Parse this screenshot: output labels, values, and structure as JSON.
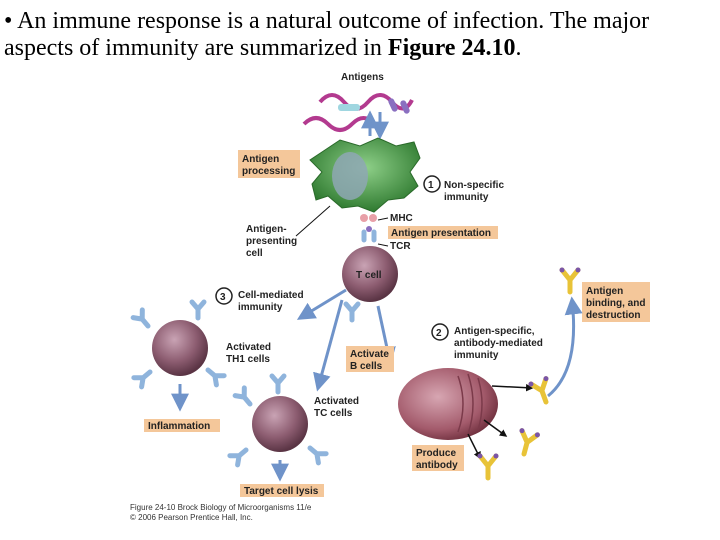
{
  "slide": {
    "bullet_text": "• An immune response is a natural outcome of infection. The major aspects of immunity are summarized in ",
    "figure_ref": "Figure 24.10",
    "period": "."
  },
  "diagram": {
    "antigens": "Antigens",
    "antigen_processing": [
      "Antigen",
      "processing"
    ],
    "step1_number": "1",
    "step1_label": [
      "Non-specific",
      "immunity"
    ],
    "mhc": "MHC",
    "antigen_presentation": "Antigen presentation",
    "apc": [
      "Antigen-",
      "presenting",
      "cell"
    ],
    "tcr": "TCR",
    "t_cell": "T cell",
    "step3_number": "3",
    "step3_label": [
      "Cell-mediated",
      "immunity"
    ],
    "step2_number": "2",
    "step2_label": [
      "Antigen-specific,",
      "antibody-mediated",
      "immunity"
    ],
    "antigen_binding": [
      "Antigen",
      "binding, and",
      "destruction"
    ],
    "activated_th1": [
      "Activated",
      "TH1 cells"
    ],
    "activate_b": [
      "Activate",
      "B cells"
    ],
    "activated_tc": [
      "Activated",
      "TC cells"
    ],
    "inflammation": "Inflammation",
    "produce_antibody": [
      "Produce",
      "antibody"
    ],
    "target_cell_lysis": "Target cell lysis",
    "caption": [
      "Figure 24-10  Brock Biology of Microorganisms 11/e",
      "© 2006 Pearson Prentice Hall, Inc."
    ]
  },
  "colors": {
    "label_box": "#f4c79a",
    "apc_green": "#4fa24a",
    "cell_purple": "#7e4f62",
    "receptor_blue": "#8fb4dc",
    "antibody_yellow": "#e8c338",
    "plasma_cell": "#9a4a5a",
    "arrow": "#6f93c9"
  }
}
